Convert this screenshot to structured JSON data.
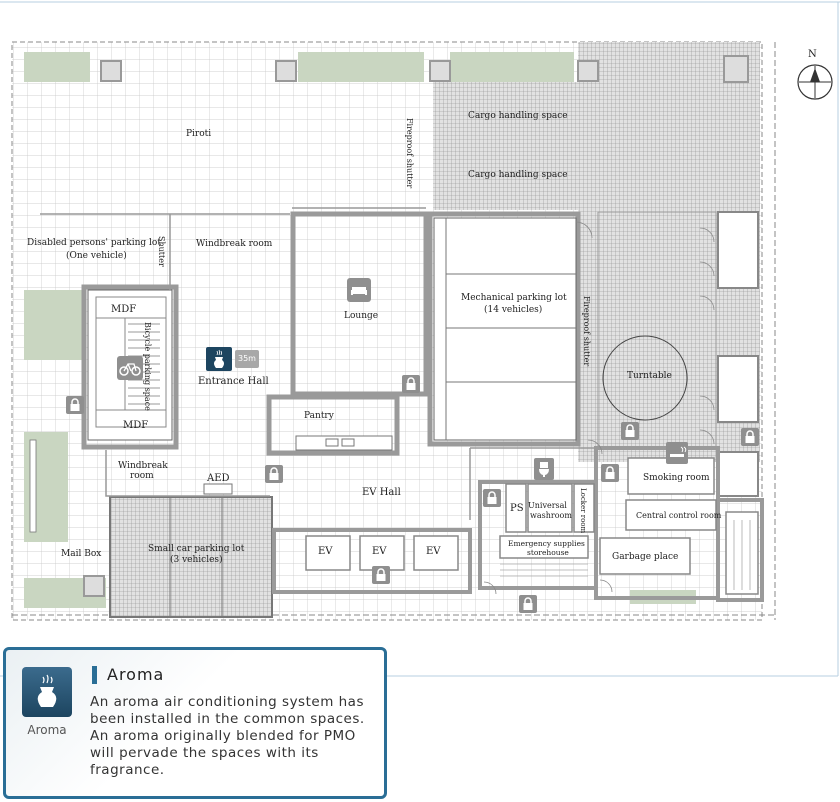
{
  "compass": {
    "north_label": "N"
  },
  "rooms": {
    "piroti": "Piroti",
    "cargo_1": "Cargo handling space",
    "cargo_2": "Cargo handling space",
    "fireproof_shutter_1": "Fireproof shutter",
    "fireproof_shutter_2": "Fireproof shutter",
    "shutter": "Shutter",
    "disabled_parking": "Disabled persons' parking lot",
    "disabled_parking_sub": "(One vehicle)",
    "windbreak_room": "Windbreak room",
    "lounge": "Lounge",
    "mechanical_parking": "Mechanical parking lot",
    "mechanical_parking_sub": "(14 vehicles)",
    "turntable": "Turntable",
    "mdf_top": "MDF",
    "mdf_bottom": "MDF",
    "bicycle_parking": "Bicycle parking space",
    "entrance_hall": "Entrance Hall",
    "scale_marker": "35m",
    "pantry": "Pantry",
    "windbreak_room_2": "Windbreak",
    "windbreak_room_2_sub": "room",
    "aed": "AED",
    "ev_hall": "EV Hall",
    "ps": "PS",
    "universal_washroom": "Universal",
    "universal_washroom_sub": "washroom",
    "locker_room": "Locker room",
    "smoking_room": "Smoking room",
    "central_control_room": "Central control room",
    "emergency_supplies": "Emergency supplies",
    "emergency_supplies_sub": "storehouse",
    "garbage_place": "Garbage place",
    "small_car_parking": "Small car parking lot",
    "small_car_parking_sub": "(3 vehicles)",
    "mail_box": "Mail Box",
    "ev_1": "EV",
    "ev_2": "EV",
    "ev_3": "EV"
  },
  "info_panel": {
    "icon_label": "Aroma",
    "title": "Aroma",
    "body": "An aroma air conditioning system has been installed in the common spaces. An aroma originally blended for PMO will pervade the spaces with its fragrance."
  },
  "colors": {
    "accent": "#2a6e96",
    "green_area": "#c9d6c1",
    "wall": "#9a9a9a",
    "lock": "#8f8f8f"
  }
}
